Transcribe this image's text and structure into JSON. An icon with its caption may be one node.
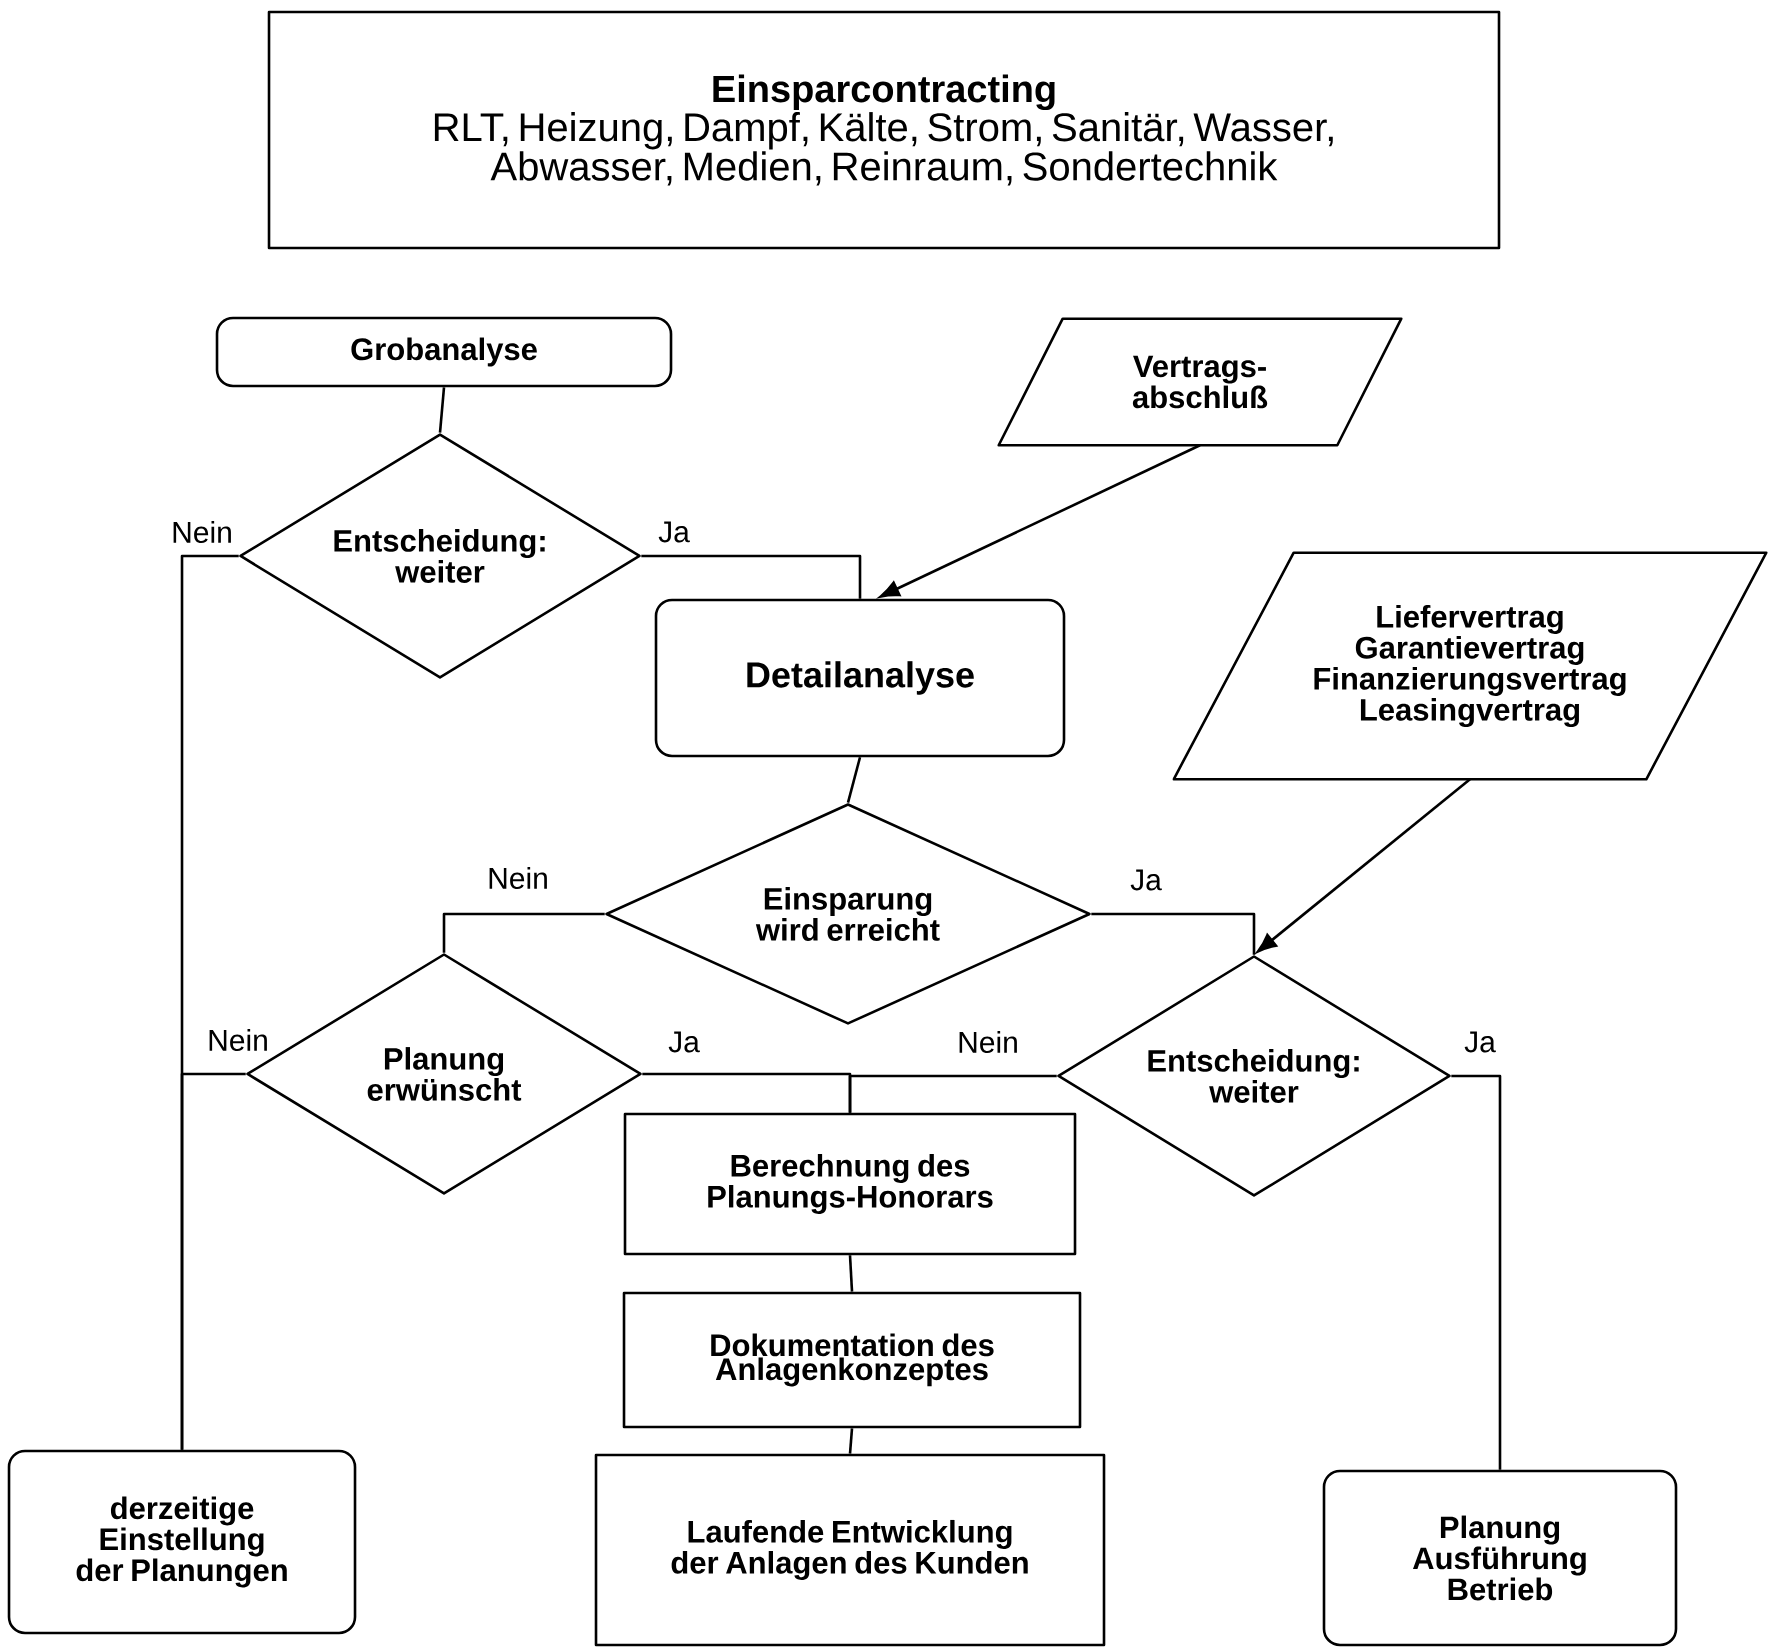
{
  "diagram": {
    "nodes": [
      {
        "text": [
          "Einsparcontracting",
          "RLT, Heizung, Dampf, Kälte, Strom, Sanitär, Wasser, Abwasser, Medien, Reinraum, Sondertechnik"
        ]
      },
      {
        "text": [
          "Grobanalyse"
        ]
      },
      {
        "text": [
          "Entscheidung: weiter"
        ]
      },
      {
        "text": [
          "Vertrags- abschluß"
        ]
      },
      {
        "text": [
          "Detailanalyse"
        ]
      },
      {
        "text": [
          "Liefervertrag Garantievertrag Finanzierungsvertrag Leasingvertrag"
        ]
      },
      {
        "text": [
          "Einsparung wird erreicht"
        ]
      },
      {
        "text": [
          "Planung erwünscht"
        ]
      },
      {
        "text": [
          "Entscheidung: weiter"
        ]
      },
      {
        "text": [
          "Berechnung des Planungs-Honorars"
        ]
      },
      {
        "text": [
          "Dokumentation des Anlagenkonzeptes"
        ]
      },
      {
        "text": [
          "Laufende Entwicklung der Anlagen des Kunden"
        ]
      },
      {
        "text": [
          "derzeitige Einstellung der Planungen"
        ]
      },
      {
        "text": [
          "Planung Ausführung Betrieb"
        ]
      }
    ],
    "edges": [
      {
        "from": 1,
        "to": 2,
        "arrow": "none"
      },
      {
        "from": 2,
        "to": 4,
        "arrow": "none",
        "label": "Ja"
      },
      {
        "from": 2,
        "to": 12,
        "arrow": "none",
        "label": "Nein"
      },
      {
        "from": 3,
        "to": 4,
        "arrow": "to"
      },
      {
        "from": 4,
        "to": 6,
        "arrow": "none"
      },
      {
        "from": 6,
        "to": 7,
        "arrow": "none",
        "label": "Nein"
      },
      {
        "from": 6,
        "to": 8,
        "arrow": "none",
        "label": "Ja"
      },
      {
        "from": 5,
        "to": 8,
        "arrow": "to"
      },
      {
        "from": 7,
        "to": 12,
        "arrow": "none",
        "label": "Nein"
      },
      {
        "from": 7,
        "to": 9,
        "arrow": "none",
        "label": "Ja"
      },
      {
        "from": 8,
        "to": 9,
        "arrow": "none",
        "label": "Nein"
      },
      {
        "from": 8,
        "to": 13,
        "arrow": "none",
        "label": "Ja"
      },
      {
        "from": 9,
        "to": 10,
        "arrow": "none"
      },
      {
        "from": 10,
        "to": 11,
        "arrow": "none"
      }
    ]
  }
}
